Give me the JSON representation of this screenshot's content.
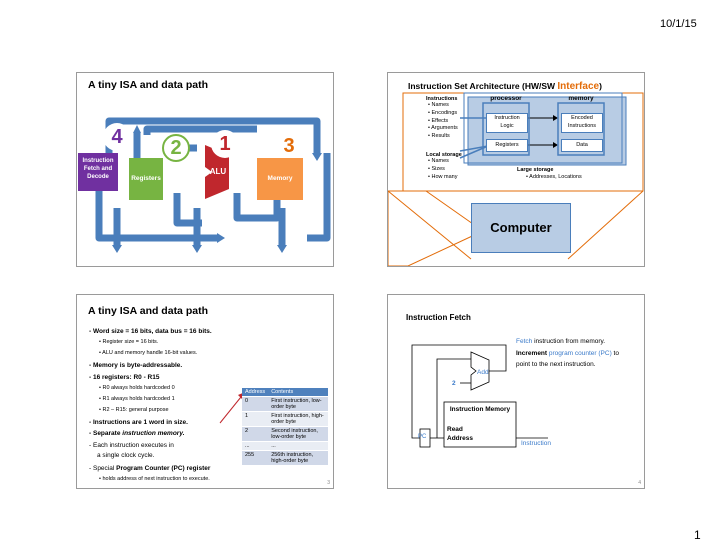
{
  "header": {
    "date": "10/1/15"
  },
  "footer": {
    "page_number": "1"
  },
  "slide1": {
    "title": "A tiny ISA and data path",
    "blocks": {
      "fetch": "Instruction Fetch and Decode",
      "registers": "Registers",
      "alu": "ALU",
      "memory": "Memory"
    },
    "numbers": [
      "4",
      "2",
      "1",
      "3"
    ]
  },
  "slide2": {
    "title": "Instruction Set Architecture (HW/SW ",
    "title_accent": "Interface",
    "title_end": ")",
    "instructions_heading": "Instructions",
    "instructions_items": [
      "Names",
      "Encodings",
      "Effects",
      "Arguments",
      "Results"
    ],
    "local_heading": "Local storage",
    "local_items": [
      "Names",
      "Sizes",
      "How many"
    ],
    "processor_label": "processor",
    "memory_label": "memory",
    "instruction_logic": "Instruction Logic",
    "registers": "Registers",
    "encoded_instructions": "Encoded Instructions",
    "data": "Data",
    "large_heading": "Large storage",
    "large_items": [
      "Addresses, Locations"
    ],
    "computer": "Computer"
  },
  "slide3": {
    "title": "A tiny ISA and data path",
    "b1": "Word size = 16 bits, data bus = 16 bits.",
    "b1_sub": [
      "Register size = 16 bits.",
      "ALU and memory handle 16-bit values."
    ],
    "b2": "Memory is byte-addressable.",
    "b3": "16 registers: R0 - R15",
    "b3_sub": [
      "R0 always holds hardcoded 0",
      "R1 always holds hardcoded 1",
      "R2 – R15: general purpose"
    ],
    "b4": "Instructions are 1 word in size.",
    "b5_pre": "Separate ",
    "b5_em": "instruction memory.",
    "b6a": "Each instruction executes in",
    "b6b": "a single clock cycle.",
    "b7_pre": "Special ",
    "b7_strong": "Program Counter (PC) register",
    "b7_sub": "holds address of next instruction to execute.",
    "table_headers": [
      "Address",
      "Contents"
    ],
    "table_rows": [
      [
        "0",
        "First instruction, low-order byte"
      ],
      [
        "1",
        "First instruction, high-order byte"
      ],
      [
        "2",
        "Second instruction, low-order byte"
      ],
      [
        "...",
        "..."
      ],
      [
        "255",
        "256th instruction, high-order byte"
      ]
    ],
    "slide_num": "3"
  },
  "slide4": {
    "title": "Instruction Fetch",
    "fetch_word": "Fetch",
    "fetch_rest": " instruction from memory.",
    "inc_word": "Increment",
    "inc_accent": "program counter (PC)",
    "inc_rest": " to",
    "inc_line2": "point to the next instruction.",
    "add_label": "Add",
    "two_label": "2",
    "pc_label": "PC",
    "mem_title": "Instruction Memory",
    "read_address": "Read Address",
    "instruction_out": "Instruction",
    "slide_num": "4"
  },
  "colors": {
    "blue": "#4a7ebb",
    "purple": "#7030a0",
    "green": "#77b442",
    "red": "#c0272d",
    "orange": "#f79646",
    "accent_orange": "#e36c09",
    "accent_blue": "#3a7ac9"
  }
}
